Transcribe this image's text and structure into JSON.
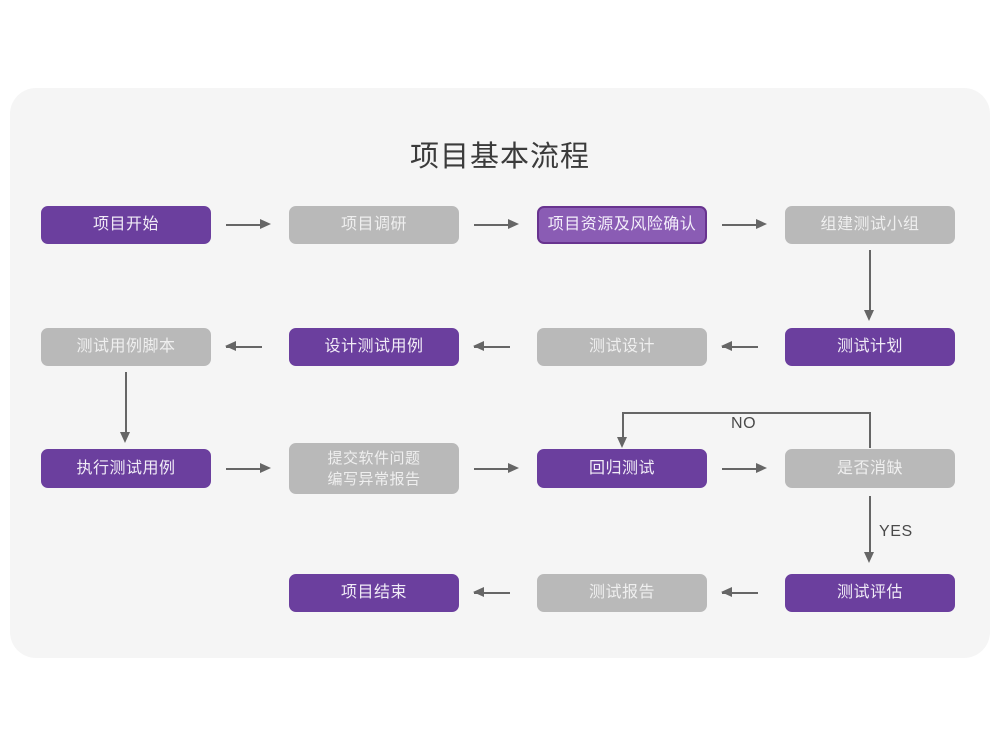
{
  "page": {
    "background": "#ffffff",
    "canvas_color": "#f5f5f5"
  },
  "title": "项目基本流程",
  "palette": {
    "solid_purple": "#6b3f9e",
    "outline_purple_fill": "#8a5cb4",
    "outline_purple_border": "#68338f",
    "gray": "#b9b9b9",
    "line": "#666666",
    "title_text": "#3b3b3b"
  },
  "flow": {
    "nodes": [
      {
        "id": "n1",
        "label": "项目开始",
        "style": "solid-purple",
        "row": 1
      },
      {
        "id": "n2",
        "label": "项目调研",
        "style": "gray",
        "row": 1
      },
      {
        "id": "n3",
        "label": "项目资源及风险确认",
        "style": "outline-purple",
        "row": 1
      },
      {
        "id": "n4",
        "label": "组建测试小组",
        "style": "gray",
        "row": 1
      },
      {
        "id": "n5",
        "label": "测试用例脚本",
        "style": "gray",
        "row": 2
      },
      {
        "id": "n6",
        "label": "设计测试用例",
        "style": "solid-purple",
        "row": 2
      },
      {
        "id": "n7",
        "label": "测试设计",
        "style": "gray",
        "row": 2
      },
      {
        "id": "n8",
        "label": "测试计划",
        "style": "solid-purple",
        "row": 2
      },
      {
        "id": "n9",
        "label": "执行测试用例",
        "style": "solid-purple",
        "row": 3
      },
      {
        "id": "n10",
        "label": "提交软件问题\n编写异常报告",
        "style": "gray",
        "row": 3
      },
      {
        "id": "n11",
        "label": "回归测试",
        "style": "solid-purple",
        "row": 3
      },
      {
        "id": "n12",
        "label": "是否消缺",
        "style": "gray",
        "row": 3
      },
      {
        "id": "n13",
        "label": "项目结束",
        "style": "solid-purple",
        "row": 4
      },
      {
        "id": "n14",
        "label": "测试报告",
        "style": "gray",
        "row": 4
      },
      {
        "id": "n15",
        "label": "测试评估",
        "style": "solid-purple",
        "row": 4
      }
    ],
    "edge_labels": {
      "no": "NO",
      "yes": "YES"
    }
  }
}
